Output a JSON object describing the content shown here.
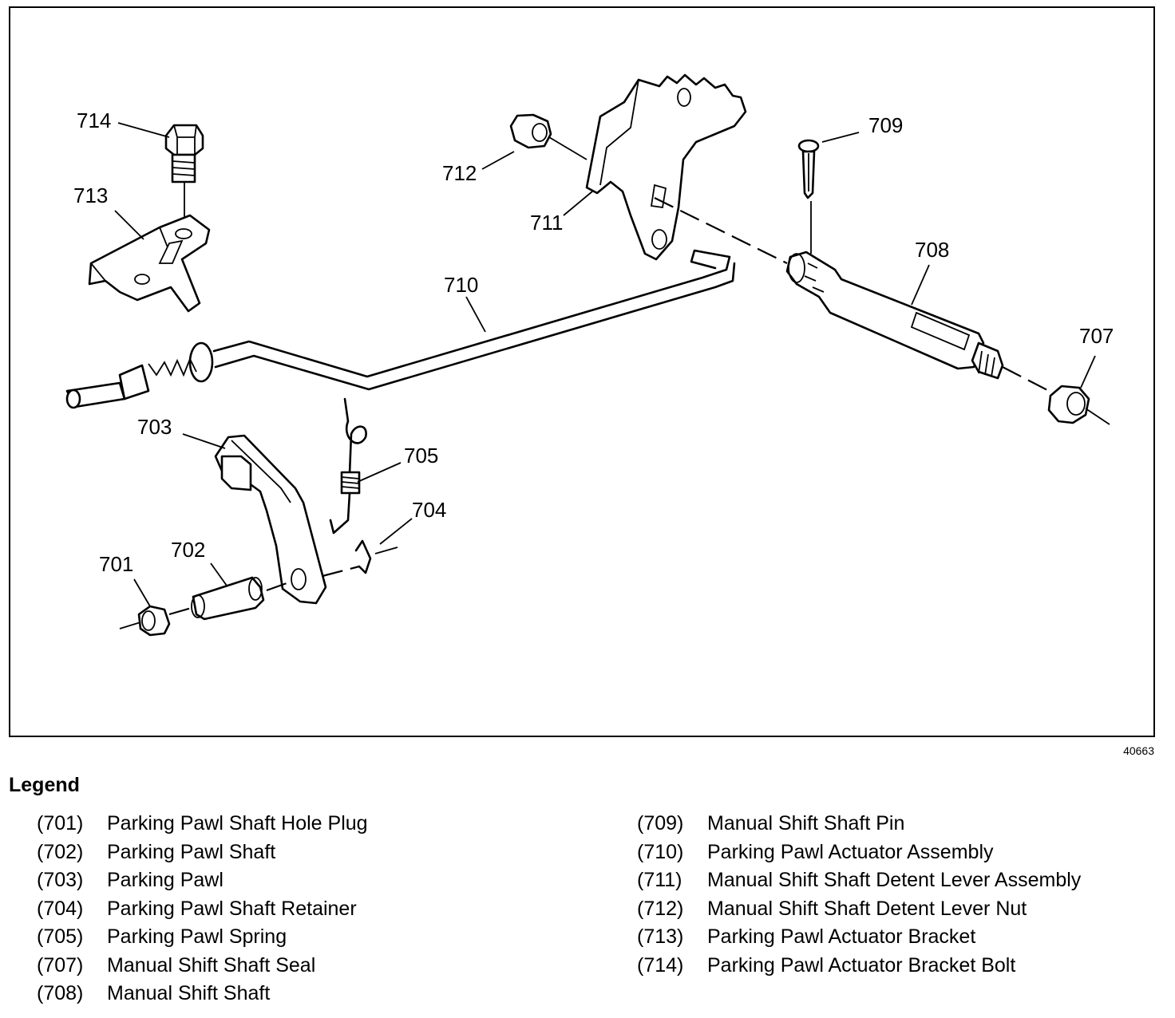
{
  "figure_id": "40663",
  "callouts": [
    "701",
    "702",
    "703",
    "704",
    "705",
    "707",
    "708",
    "709",
    "710",
    "711",
    "712",
    "713",
    "714"
  ],
  "legend": {
    "title": "Legend",
    "left": [
      {
        "code": "(701)",
        "desc": "Parking Pawl Shaft Hole Plug"
      },
      {
        "code": "(702)",
        "desc": "Parking Pawl Shaft"
      },
      {
        "code": "(703)",
        "desc": "Parking Pawl"
      },
      {
        "code": "(704)",
        "desc": "Parking Pawl Shaft Retainer"
      },
      {
        "code": "(705)",
        "desc": "Parking Pawl Spring"
      },
      {
        "code": "(707)",
        "desc": "Manual Shift Shaft Seal"
      },
      {
        "code": "(708)",
        "desc": "Manual Shift Shaft"
      }
    ],
    "right": [
      {
        "code": "(709)",
        "desc": "Manual Shift Shaft Pin"
      },
      {
        "code": "(710)",
        "desc": "Parking Pawl Actuator Assembly"
      },
      {
        "code": "(711)",
        "desc": "Manual Shift Shaft Detent Lever Assembly"
      },
      {
        "code": "(712)",
        "desc": "Manual Shift Shaft Detent Lever Nut"
      },
      {
        "code": "(713)",
        "desc": "Parking Pawl Actuator Bracket"
      },
      {
        "code": "(714)",
        "desc": "Parking Pawl Actuator Bracket Bolt"
      }
    ]
  }
}
